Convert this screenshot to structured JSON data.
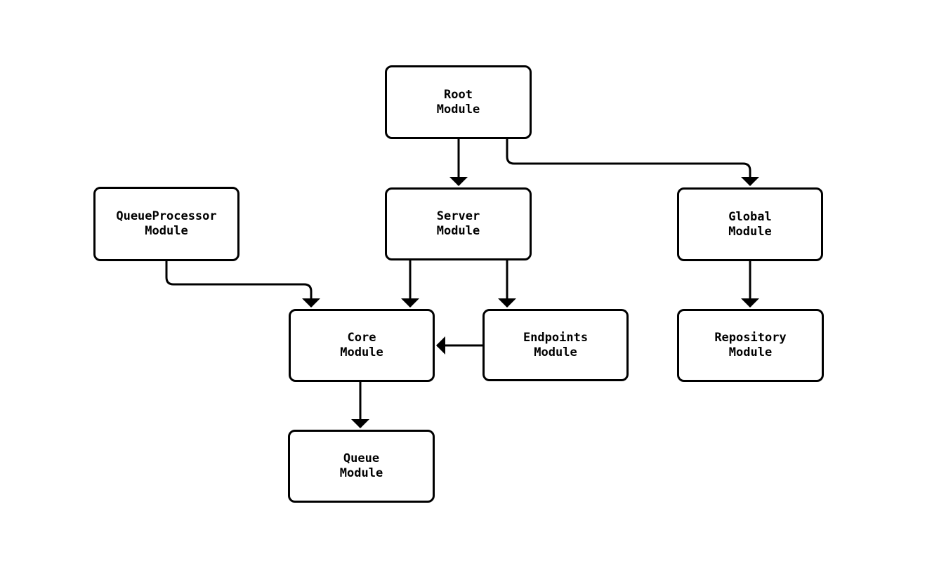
{
  "diagram": {
    "type": "flowchart",
    "colors": {
      "background": "#ffffff",
      "stroke": "#000000",
      "node_fill": "#ffffff",
      "text": "#000000"
    },
    "nodes": [
      {
        "id": "root",
        "label": "Root\nModule"
      },
      {
        "id": "queueprocessor",
        "label": "QueueProcessor\nModule"
      },
      {
        "id": "server",
        "label": "Server\nModule"
      },
      {
        "id": "global",
        "label": "Global\nModule"
      },
      {
        "id": "core",
        "label": "Core\nModule"
      },
      {
        "id": "endpoints",
        "label": "Endpoints\nModule"
      },
      {
        "id": "repository",
        "label": "Repository\nModule"
      },
      {
        "id": "queue",
        "label": "Queue\nModule"
      }
    ],
    "edges": [
      {
        "from": "root",
        "to": "server"
      },
      {
        "from": "root",
        "to": "global"
      },
      {
        "from": "queueprocessor",
        "to": "core"
      },
      {
        "from": "server",
        "to": "core"
      },
      {
        "from": "server",
        "to": "endpoints"
      },
      {
        "from": "endpoints",
        "to": "core"
      },
      {
        "from": "global",
        "to": "repository"
      },
      {
        "from": "core",
        "to": "queue"
      }
    ]
  }
}
